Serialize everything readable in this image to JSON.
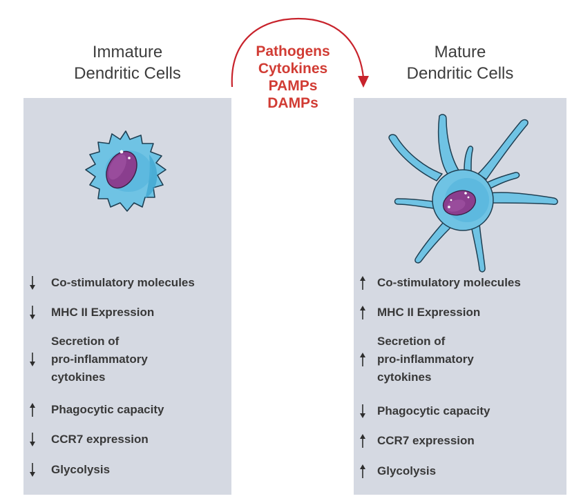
{
  "stimuli": {
    "items": [
      "Pathogens",
      "Cytokines",
      "PAMPs",
      "DAMPs"
    ],
    "color": "#d13c34",
    "arrow_icon": "curved-arrow-right"
  },
  "panels": {
    "immature": {
      "title_lines": [
        "Immature",
        "Dendritic Cells"
      ],
      "cell_image": "immature-dendritic-cell",
      "features": [
        {
          "direction": "down",
          "lines": [
            "Co-stimulatory molecules"
          ]
        },
        {
          "direction": "down",
          "lines": [
            "MHC II Expression"
          ]
        },
        {
          "direction": "down",
          "lines": [
            "Secretion of",
            "pro-inflammatory",
            "cytokines"
          ]
        },
        {
          "direction": "up",
          "lines": [
            "Phagocytic capacity"
          ]
        },
        {
          "direction": "down",
          "lines": [
            "CCR7 expression"
          ]
        },
        {
          "direction": "down",
          "lines": [
            "Glycolysis"
          ]
        }
      ]
    },
    "mature": {
      "title_lines": [
        "Mature",
        "Dendritic Cells"
      ],
      "cell_image": "mature-dendritic-cell",
      "features": [
        {
          "direction": "up",
          "lines": [
            "Co-stimulatory molecules"
          ]
        },
        {
          "direction": "up",
          "lines": [
            "MHC II Expression"
          ]
        },
        {
          "direction": "up",
          "lines": [
            "Secretion of",
            "pro-inflammatory",
            "cytokines"
          ]
        },
        {
          "direction": "down",
          "lines": [
            "Phagocytic capacity"
          ]
        },
        {
          "direction": "up",
          "lines": [
            "CCR7 expression"
          ]
        },
        {
          "direction": "up",
          "lines": [
            "Glycolysis"
          ]
        }
      ]
    }
  },
  "colors": {
    "panel_bg": "#d5d9e2",
    "cell_body": "#6ec4e4",
    "cell_nucleus": "#8e3d8c",
    "title_text": "#3d3d3d"
  }
}
